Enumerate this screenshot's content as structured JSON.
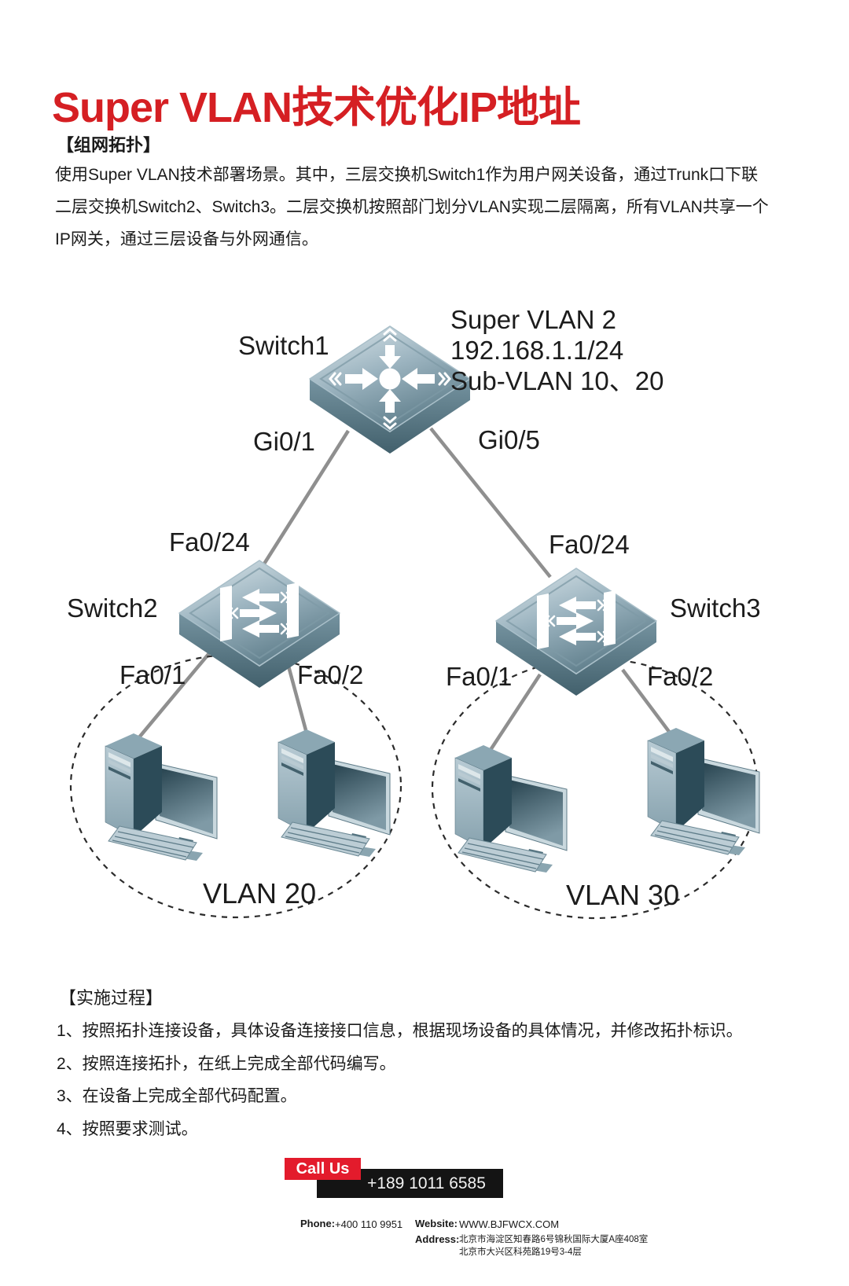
{
  "title": "Super VLAN技术优化IP地址",
  "topology": {
    "heading": "【组网拓扑】",
    "lines": [
      "使用Super VLAN技术部署场景。其中，三层交换机Switch1作为用户网关设备，通过Trunk口下联",
      "二层交换机Switch2、Switch3。二层交换机按照部门划分VLAN实现二层隔离，所有VLAN共享一个",
      "IP网关，通过三层设备与外网通信。"
    ]
  },
  "diagram": {
    "switch1": {
      "label": "Switch1",
      "icon": "layer3-switch-icon",
      "info": [
        "Super VLAN 2",
        "192.168.1.1/24",
        "Sub-VLAN 10、20"
      ],
      "port_left": "Gi0/1",
      "port_right": "Gi0/5"
    },
    "switch2": {
      "label": "Switch2",
      "icon": "layer2-switch-icon",
      "uplink_port": "Fa0/24",
      "access_ports": [
        "Fa0/1",
        "Fa0/2"
      ]
    },
    "switch3": {
      "label": "Switch3",
      "icon": "layer2-switch-icon",
      "uplink_port": "Fa0/24",
      "access_ports": [
        "Fa0/1",
        "Fa0/2"
      ]
    },
    "vlan20": {
      "label": "VLAN 20",
      "pc_icon": "desktop-pc-icon",
      "pc_count": 2
    },
    "vlan30": {
      "label": "VLAN 30",
      "pc_icon": "desktop-pc-icon",
      "pc_count": 2
    }
  },
  "process": {
    "heading": "【实施过程】",
    "steps": [
      "1、按照拓扑连接设备，具体设备连接接口信息，根据现场设备的具体情况，并修改拓扑标识。",
      "2、按照连接拓扑，在纸上完成全部代码编写。",
      "3、在设备上完成全部代码配置。",
      "4、按照要求测试。"
    ]
  },
  "footer": {
    "call_us": "Call Us",
    "hotline": "+189 1011 6585",
    "phone_label": "Phone:",
    "phone_value": "+400 110 9951",
    "website_label": "Website:",
    "website_value": "WWW.BJFWCX.COM",
    "address_label": "Address:",
    "address_lines": [
      "北京市海淀区知春路6号锦秋国际大厦A座408室",
      "北京市大兴区科苑路19号3-4层"
    ]
  },
  "colors": {
    "title_red": "#d51f23",
    "badge_red": "#e31b2c",
    "bar_black": "#141414",
    "link_gray": "#8f8f8f",
    "device_steel": "#7f9dab",
    "text_black": "#1a1a1a"
  }
}
